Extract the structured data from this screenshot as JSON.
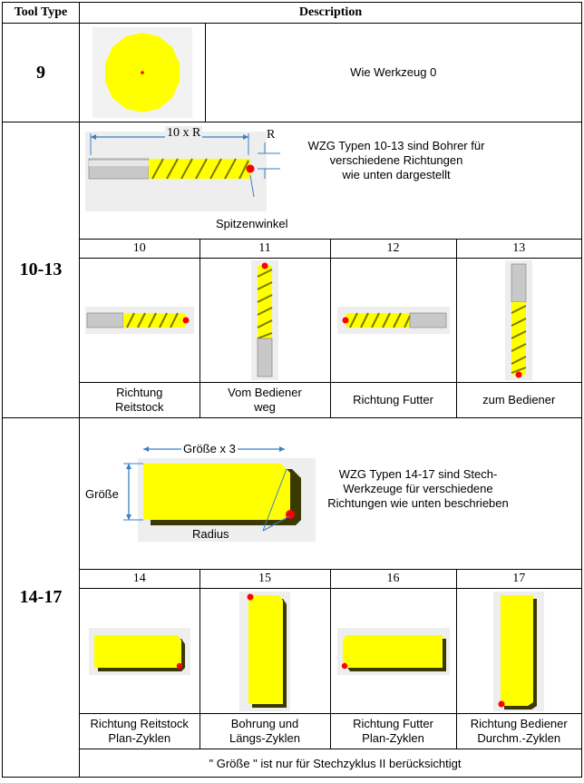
{
  "header": {
    "tool_type": "Tool Type",
    "description": "Description"
  },
  "row9": {
    "type": "9",
    "description": "Wie Werkzeug 0"
  },
  "row10": {
    "type": "10-13",
    "dim_length": "10 x R",
    "dim_radius": "R",
    "tip_angle": "Spitzenwinkel",
    "description": [
      "WZG Typen 10-13 sind Bohrer für",
      "verschiedene Richtungen",
      "wie unten dargestellt"
    ],
    "numbers": [
      "10",
      "11",
      "12",
      "13"
    ],
    "captions": [
      [
        "Richtung",
        "Reitstock"
      ],
      [
        "Vom Bediener",
        "weg"
      ],
      [
        "Richtung Futter"
      ],
      [
        "zum Bediener"
      ]
    ]
  },
  "row14": {
    "type": "14-17",
    "dim_width": "Größe x 3",
    "dim_height": "Größe",
    "radius_label": "Radius",
    "description": [
      "WZG Typen 14-17 sind Stech-",
      "Werkzeuge für verschiedene",
      "Richtungen wie unten beschrieben"
    ],
    "numbers": [
      "14",
      "15",
      "16",
      "17"
    ],
    "captions": [
      [
        "Richtung Reitstock",
        "Plan-Zyklen"
      ],
      [
        "Bohrung und",
        "Längs-Zyklen"
      ],
      [
        "Richtung Futter",
        "Plan-Zyklen"
      ],
      [
        "Richtung Bediener",
        "Durchm.-Zyklen"
      ]
    ],
    "note": "\" Größe \" ist nur für Stechzyklus II berücksichtigt"
  },
  "colors": {
    "tool_yellow": "#ffff00",
    "tip_red": "#ff0000",
    "shank_gray": "#b0b0b0",
    "dim_blue": "#3b7fc4"
  }
}
